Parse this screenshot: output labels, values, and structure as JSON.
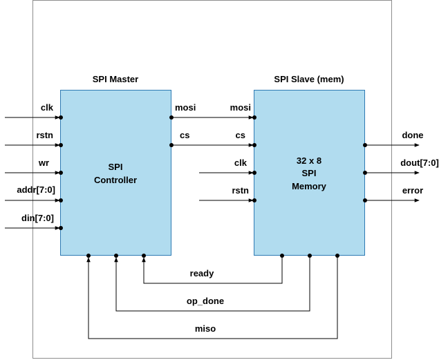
{
  "master": {
    "title": "SPI Master",
    "body": [
      "SPI",
      "Controller"
    ],
    "inputs": [
      "clk",
      "rstn",
      "wr",
      "addr[7:0]",
      "din[7:0]"
    ],
    "mosi_out": "mosi",
    "cs_out": "cs"
  },
  "slave": {
    "title": "SPI Slave (mem)",
    "body": [
      "32 x 8",
      "SPI",
      "Memory"
    ],
    "inputs": [
      "mosi",
      "cs",
      "clk",
      "rstn"
    ],
    "outputs": [
      "done",
      "dout[7:0]",
      "error"
    ]
  },
  "feedback": {
    "ready": "ready",
    "op_done": "op_done",
    "miso": "miso"
  },
  "colors": {
    "block_fill": "#b1dcef",
    "block_stroke": "#2e7ab3",
    "frame_stroke": "#8c8c8c"
  }
}
